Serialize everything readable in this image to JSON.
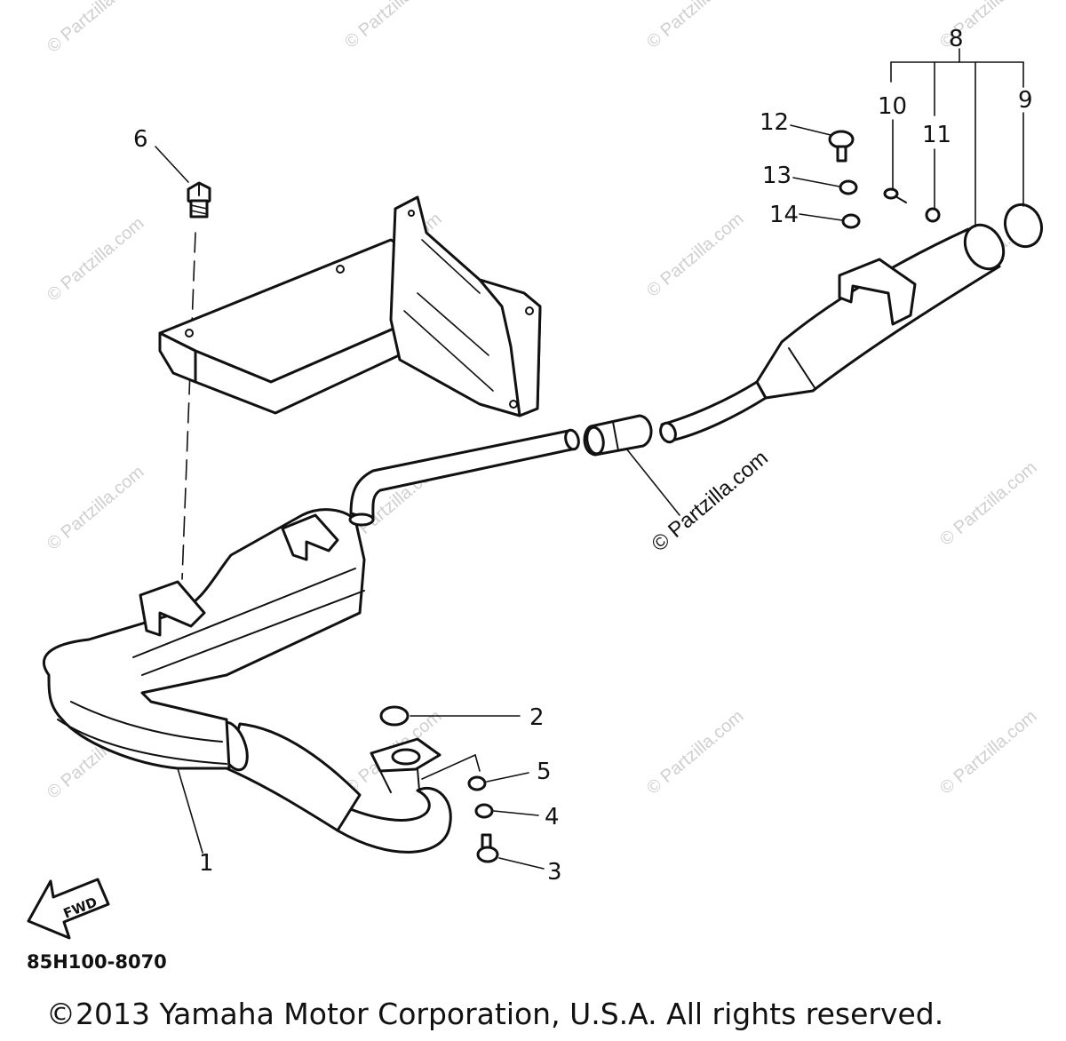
{
  "watermark": "© Partzilla.com",
  "diagram_code": "85H100-8070",
  "copyright": "©2013 Yamaha Motor Corporation, U.S.A. All rights reserved.",
  "fwd_label": "FWD",
  "callouts": {
    "c1": "1",
    "c2": "2",
    "c3": "3",
    "c4": "4",
    "c5": "5",
    "c6": "6",
    "c8": "8",
    "c9": "9",
    "c10": "10",
    "c11": "11",
    "c12": "12",
    "c13": "13",
    "c14": "14"
  }
}
